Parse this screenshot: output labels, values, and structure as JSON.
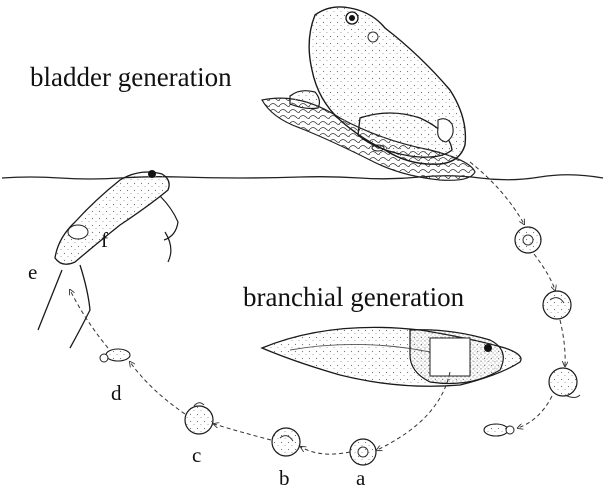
{
  "labels": {
    "top_heading": "bladder generation",
    "middle_heading": "branchial generation",
    "stage_a": "a",
    "stage_b": "b",
    "stage_c": "c",
    "stage_d": "d",
    "stage_e": "e",
    "stage_f": "f"
  },
  "colors": {
    "ink": "#1a1a1a",
    "water_line": "#222222",
    "stipple": "#8a8a8a",
    "background": "#ffffff"
  }
}
